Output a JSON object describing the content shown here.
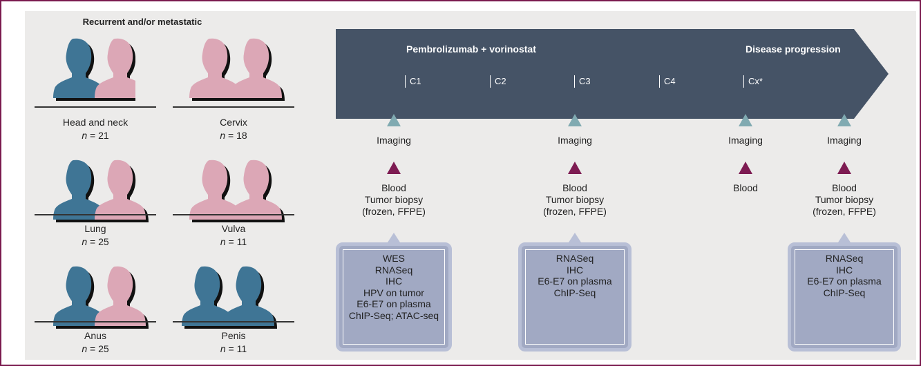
{
  "colors": {
    "male": "#3f7595",
    "female": "#dca7b6",
    "arrow": "#455366",
    "imaging_marker": "#80aab1",
    "blood_marker": "#7d1b52",
    "frame": "#7a1a4e",
    "box": "#a1a9c3"
  },
  "cohort": {
    "title": "Recurrent and/or metastatic",
    "groups": [
      {
        "name": "Head and neck",
        "n_label": "n",
        "n_value": " = 21",
        "figures": [
          "male",
          "female"
        ]
      },
      {
        "name": "Cervix",
        "n_label": "n",
        "n_value": " = 18",
        "figures": [
          "female",
          "female"
        ]
      },
      {
        "name": "Lung",
        "n_label": "n",
        "n_value": " = 25",
        "figures": [
          "male",
          "female"
        ]
      },
      {
        "name": "Vulva",
        "n_label": "n",
        "n_value": " = 11",
        "figures": [
          "female",
          "female"
        ]
      },
      {
        "name": "Anus",
        "n_label": "n",
        "n_value": " = 25",
        "figures": [
          "male",
          "female"
        ]
      },
      {
        "name": "Penis",
        "n_label": "n",
        "n_value": " = 11",
        "figures": [
          "male",
          "male"
        ]
      }
    ]
  },
  "timeline": {
    "treatment_label": "Pembrolizumab + vorinostat",
    "end_label": "Disease progression",
    "cycles": [
      "C1",
      "C2",
      "C3",
      "C4",
      "Cx*"
    ]
  },
  "timepoints": [
    {
      "imaging": "Imaging",
      "blood": [
        "Blood",
        "Tumor biopsy",
        "(frozen,  FFPE)"
      ],
      "assays": [
        "WES",
        "RNASeq",
        "IHC",
        "HPV on tumor",
        "E6-E7 on plasma",
        "ChIP-Seq; ATAC-seq"
      ]
    },
    {
      "imaging": "Imaging",
      "blood": [
        "Blood",
        "Tumor biopsy",
        "(frozen,  FFPE)"
      ],
      "assays": [
        "RNASeq",
        "IHC",
        "E6-E7 on plasma",
        "ChIP-Seq"
      ]
    },
    {
      "imaging": "Imaging",
      "blood": [
        "Blood"
      ],
      "assays": []
    },
    {
      "imaging": "Imaging",
      "blood": [
        "Blood",
        "Tumor biopsy",
        "(frozen,  FFPE)"
      ],
      "assays": [
        "RNASeq",
        "IHC",
        "E6-E7 on plasma",
        "ChIP-Seq"
      ]
    }
  ]
}
